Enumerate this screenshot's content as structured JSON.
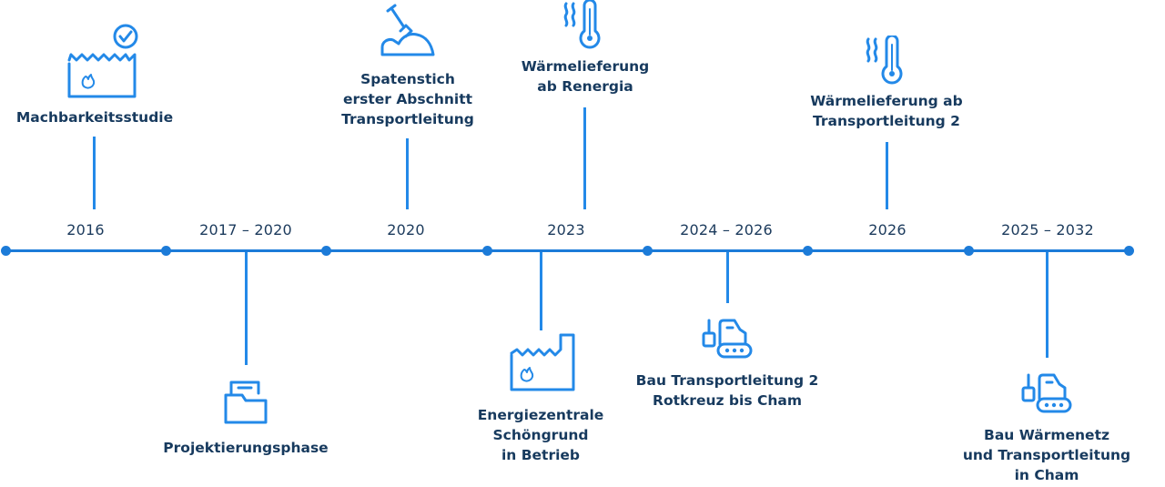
{
  "colors": {
    "line": "#1c7bd8",
    "icon": "#2389e8",
    "text": "#173a5e"
  },
  "milestones": [
    {
      "period": "2016",
      "label_lines": [
        "Machbarkeitsstudie"
      ],
      "icon": "factory-check-icon",
      "side": "above"
    },
    {
      "period": "2017 – 2020",
      "label_lines": [
        "Projektierungsphase"
      ],
      "icon": "folder-icon",
      "side": "below"
    },
    {
      "period": "2020",
      "label_lines": [
        "Spatenstich",
        "erster Abschnitt",
        "Transportleitung"
      ],
      "icon": "shovel-icon",
      "side": "above"
    },
    {
      "period": "2023",
      "label_lines": [
        "Wärmelieferung",
        "ab Renergia"
      ],
      "icon": "thermometer-icon",
      "side": "above"
    },
    {
      "period": "",
      "label_lines": [
        "Energiezentrale",
        "Schöngrund",
        "in Betrieb"
      ],
      "icon": "factory-icon",
      "side": "below"
    },
    {
      "period": "2024 – 2026",
      "label_lines": [
        "Bau Transportleitung 2",
        "Rotkreuz bis Cham"
      ],
      "icon": "excavator-icon",
      "side": "below"
    },
    {
      "period": "2026",
      "label_lines": [
        "Wärmelieferung ab",
        "Transportleitung 2"
      ],
      "icon": "thermometer-icon",
      "side": "above"
    },
    {
      "period": "2025 – 2032",
      "label_lines": [
        "Bau Wärmenetz",
        "und Transportleitung",
        "in Cham"
      ],
      "icon": "excavator-icon",
      "side": "below"
    }
  ]
}
